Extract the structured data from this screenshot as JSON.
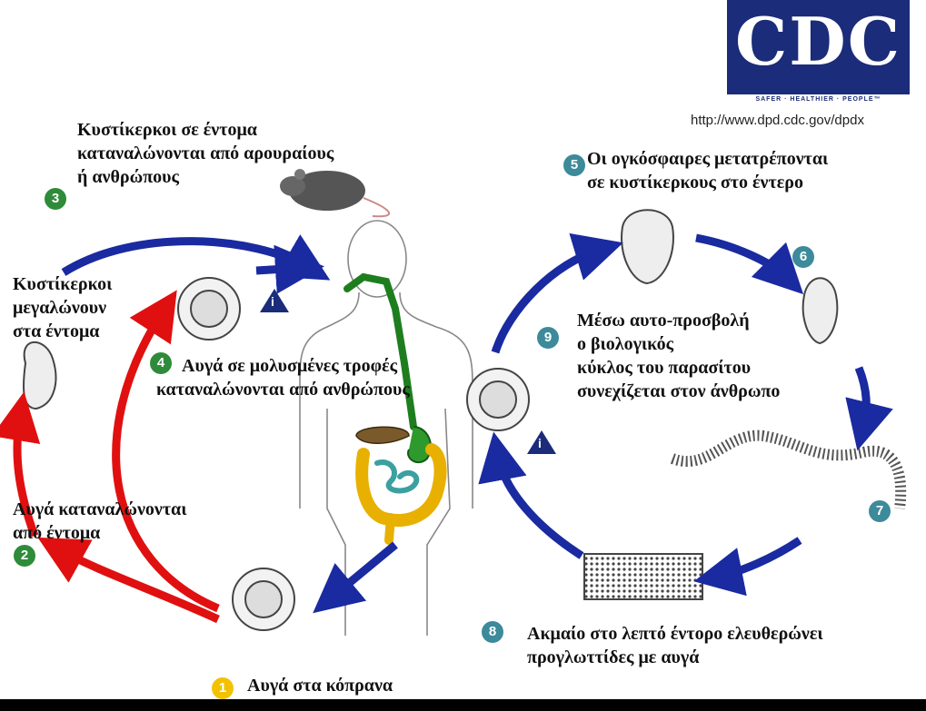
{
  "logo": {
    "letters": "CDC",
    "tagline": "SAFER · HEALTHIER · PEOPLE™",
    "url": "http://www.dpd.cdc.gov/dpdx"
  },
  "stages": [
    {
      "num": "1",
      "lines": [
        "Αυγά στα κόπρανα"
      ]
    },
    {
      "num": "2",
      "lines": [
        "Αυγά καταναλώνονται",
        "από έντομα"
      ]
    },
    {
      "num": "",
      "lines": [
        "Κυστίκερκοι",
        "μεγαλώνουν",
        "στα έντομα"
      ]
    },
    {
      "num": "3",
      "lines": [
        "Κυστίκερκοι σε έντομα",
        "καταναλώνονται από αρουραίους",
        "ή ανθρώπους"
      ]
    },
    {
      "num": "4",
      "lines": [
        "Αυγά σε μολυσμένες τροφές",
        "καταναλώνονται από ανθρώπους"
      ]
    },
    {
      "num": "5",
      "lines": [
        "Οι ογκόσφαιρες μετατρέπονται",
        "σε κυστίκερκους στο έντερο"
      ]
    },
    {
      "num": "6",
      "lines": []
    },
    {
      "num": "7",
      "lines": []
    },
    {
      "num": "8",
      "lines": [
        "Ακμαίο στο λεπτό έντορο ελευθερώνει",
        "προγλωττίδες με αυγά"
      ]
    },
    {
      "num": "9",
      "lines": [
        "Μέσω αυτο-προσβολή",
        "ο βιολογικός",
        "κύκλος του παρασίτου",
        "συνεχίζεται στον άνθρωπο"
      ]
    }
  ],
  "info_mark": "i",
  "colors": {
    "ring_green": "#2e8b3a",
    "ring_teal": "#3c8a9a",
    "ring_yellow": "#f2c200",
    "arrow_blue": "#1a2aa0",
    "arrow_red": "#e01010",
    "logo_blue": "#1a2c7a"
  }
}
